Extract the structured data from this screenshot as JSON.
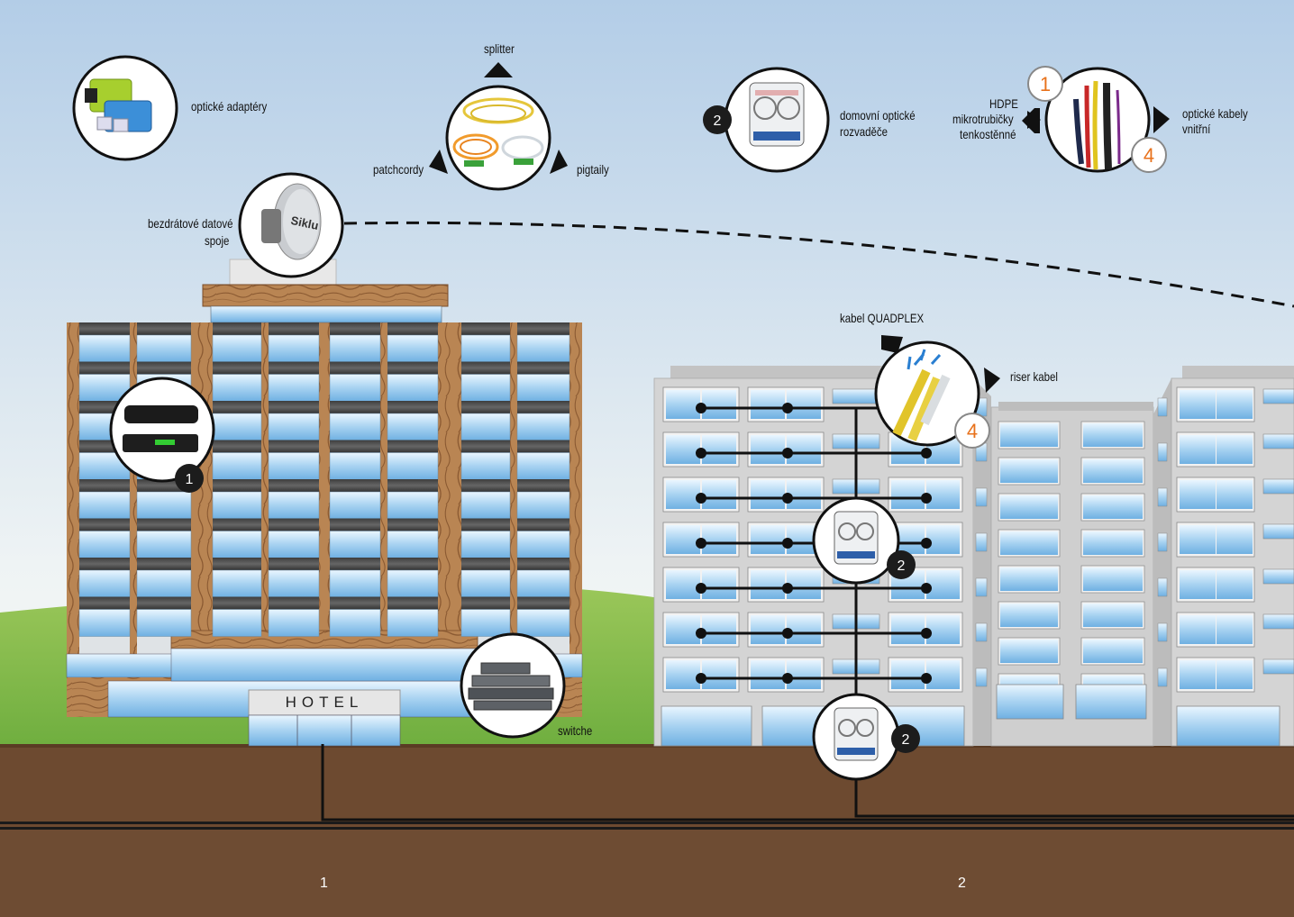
{
  "labels": {
    "optical_adapters": "optické adaptéry",
    "splitter": "splitter",
    "patchcords": "patchcordy",
    "pigtails": "pigtaily",
    "wireless_line1": "bezdrátové datové",
    "wireless_line2": "spoje",
    "home_dist_line1": "domovní optické",
    "home_dist_line2": "rozvaděče",
    "hdpe_line1": "HDPE",
    "hdpe_line2": "mikrotrubičky",
    "hdpe_line3": "tenkostěnné",
    "indoor_line1": "optické kabely",
    "indoor_line2": "vnitřní",
    "quadplex": "kabel QUADPLEX",
    "riser": "riser kabel",
    "switches": "switche",
    "hotel": "HOTEL",
    "dish_brand": "Siklu"
  },
  "badges": {
    "set_top_box": "1",
    "distributor_top": "2",
    "distributor_mid": "2",
    "distributor_bottom": "2",
    "hdpe": "1",
    "indoor_cable": "4",
    "riser": "4"
  },
  "zones": {
    "first": "1",
    "second": "2"
  },
  "colors": {
    "sky_top": "#b7d0e9",
    "sky_bottom": "#f4f7f6",
    "grass": "#7fb84a",
    "soil": "#6e4a31",
    "wood": "#b07c4f",
    "window": "#a9d3ef",
    "badge_dark": "#1c1c1c",
    "badge_orange": "#e8721c"
  }
}
